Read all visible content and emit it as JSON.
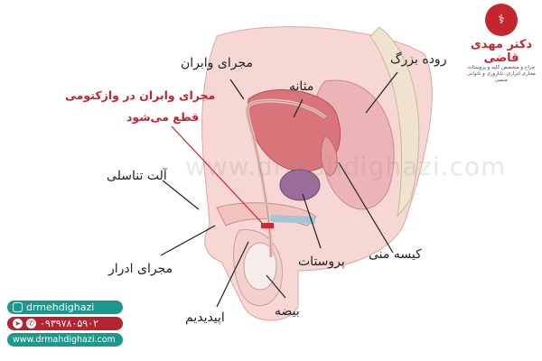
{
  "diagram": {
    "type": "anatomical-illustration",
    "subject": "male reproductive system sagittal section (vasectomy)",
    "labels": {
      "vas_deferens": "مجرای وابران",
      "vasectomy_note_line1": "مجرای وابران در وازکتومی",
      "vasectomy_note_line2": "قطع می‌شود",
      "bladder": "مثانه",
      "large_intestine": "روده بزرگ",
      "penis": "آلت تناسلی",
      "urethra": "مجرای ادرار",
      "prostate": "پروستات",
      "seminal_vesicle": "کیسه منی",
      "testis": "بیضه",
      "epididymis": "اپیدیدیم"
    },
    "watermark": "www.drmahdighazi.com",
    "colors": {
      "tissue_pink": "#f3c9c6",
      "bladder": "#d9747a",
      "prostate": "#9a6c9a",
      "vasectomy_mark": "#e0202a",
      "annotation_red": "#c8232c"
    }
  },
  "branding": {
    "logo_glyph": "⚕",
    "name": "دکتر مهدی قاضی",
    "subtitle_line1": "جراح و متخصص کلیه و پروستات",
    "subtitle_line2": "مجاری ادراری، ناباروری و ناتوانی جنسی",
    "instagram": "drmehdighazi",
    "phone": "۰۹۳۹۷۸۰۵۹۰۲",
    "website": "www.drmahdighazi.com"
  }
}
